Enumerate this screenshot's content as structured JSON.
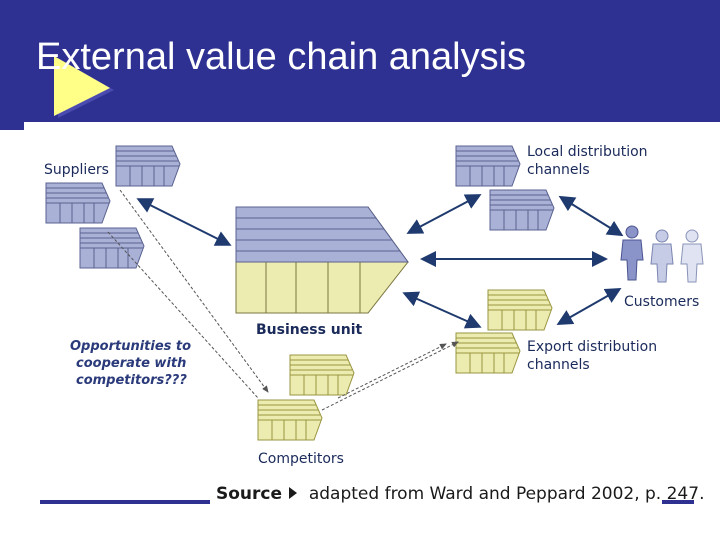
{
  "slide": {
    "title": "External value chain analysis"
  },
  "diagram": {
    "suppliers_label": "Suppliers",
    "local_label_line1": "Local distribution",
    "local_label_line2": "channels",
    "business_unit_label": "Business unit",
    "customers_label": "Customers",
    "export_label_line1": "Export distribution",
    "export_label_line2": "channels",
    "opportunities_line1": "Opportunities to",
    "opportunities_line2": "cooperate with",
    "opportunities_line3": "competitors???",
    "competitors_label": "Competitors"
  },
  "footer": {
    "source_word": "Source",
    "source_text": "adapted from Ward and Peppard 2002, p. 247."
  },
  "colors": {
    "title_bg": "#2e3192",
    "blue_block": "#a9b1d6",
    "yellow_block": "#ecebb0",
    "arrow": "#1f3a6e"
  }
}
